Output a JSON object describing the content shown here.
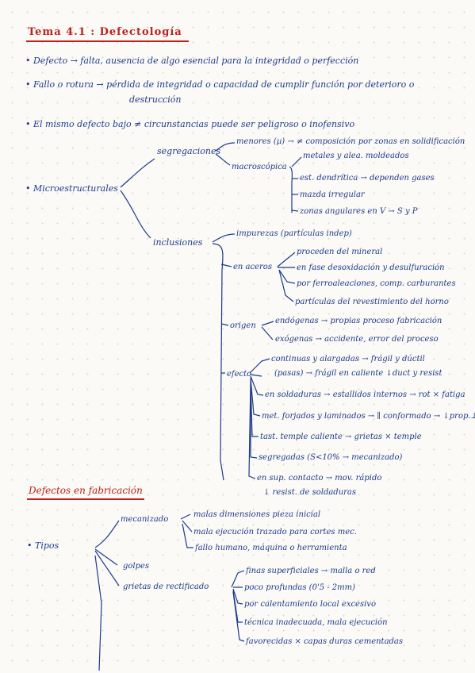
{
  "title": "Tema 4.1 : Defectología",
  "bullets": [
    "• Defecto → falta, ausencia de algo esencial para la integridad o perfección",
    "• Fallo o rotura → pérdida de integridad o capacidad de cumplir función por deterioro o",
    "destrucción",
    "• El mismo defecto bajo ≠ circunstancias puede ser peligroso o inofensivo"
  ],
  "micro": {
    "label": "• Microestructurales",
    "segregaciones": {
      "label": "segregaciones",
      "menores": "menores (µ) → ≠ composición por zonas en solidificación",
      "macroscopica": "macroscópica",
      "items": [
        "metales y alea. moldeados",
        "est. dendrítica → dependen gases",
        "mazda irregular",
        "zonas angulares en V → S y P"
      ]
    },
    "inclusiones": {
      "label": "inclusiones",
      "impurezas": "impurezas (partículas indep)",
      "aceros": {
        "label": "en aceros",
        "items": [
          "proceden del mineral",
          "en fase desoxidación y desulfuración",
          "por ferroaleaciones, comp. carburantes",
          "partículas del revestimiento del horno"
        ]
      },
      "origen": {
        "label": "origen",
        "items": [
          "endógenas → propias proceso fabricación",
          "exógenas → accidente, error del proceso"
        ]
      },
      "efecto": {
        "label": "efecto",
        "items": [
          "continuas y alargadas → frágil y dúctil",
          "(pasas) → frágil en caliente   ↓duct y resist",
          "en soldaduras → estallidos internos → rot × fatiga",
          "met. forjados y laminados → ∥ conformado → ↓prop.⊥",
          "tast. temple caliente → grietas × temple",
          "segregadas (S<10% → mecanizado)",
          "en sup. contacto → mov. rápido",
          "↓ resist. de soldaduras"
        ]
      }
    }
  },
  "fabricacion": {
    "heading": "Defectos en fabricación",
    "tipos": "• Tipos",
    "mecanizado": {
      "label": "mecanizado",
      "items": [
        "malas dimensiones pieza inicial",
        "mala ejecución trazado para cortes mec.",
        "fallo humano, máquina o herramienta"
      ]
    },
    "golpes": "golpes",
    "grietas": {
      "label": "grietas de rectificado",
      "items": [
        "finas superficiales → malla o red",
        "poco profundas (0'5 - 2mm)",
        "por calentamiento local excesivo",
        "técnica inadecuada, mala ejecución",
        "favorecidas × capas duras cementadas"
      ]
    }
  }
}
